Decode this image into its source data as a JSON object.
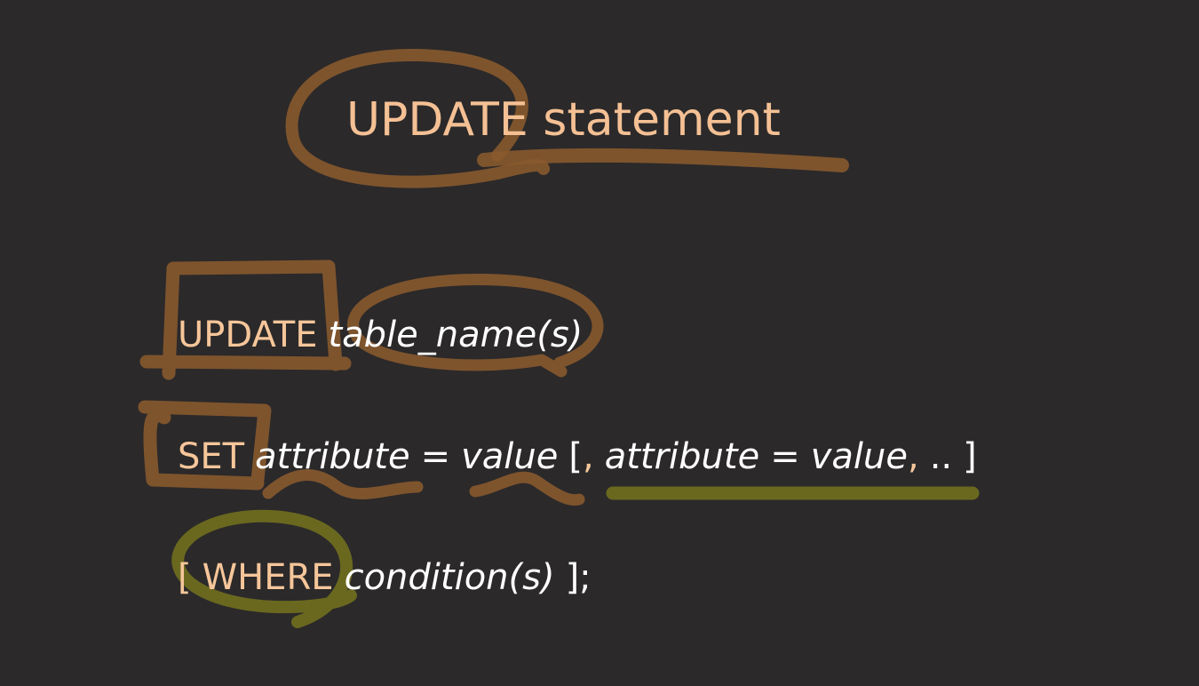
{
  "slide": {
    "title": "UPDATE statement",
    "line_update": {
      "keyword": "UPDATE",
      "table": "table_name(s)"
    },
    "line_set": {
      "keyword": "SET",
      "attr1": "attribute",
      "eq1": "=",
      "val1": "value",
      "open_bracket": "[",
      "comma1": ",",
      "attr2": "attribute",
      "eq2": "=",
      "val2": "value",
      "comma2": ",",
      "ellipsis": "..",
      "close_bracket": "]"
    },
    "line_where": {
      "open_bracket": "[",
      "keyword": "WHERE",
      "condition": "condition(s)",
      "close": "];"
    }
  },
  "colors": {
    "background": "#2b292a",
    "keyword": "#f6c69a",
    "text": "#ffffff",
    "annotation_brown": "#8a5a2e",
    "annotation_olive": "#6e6b1f"
  }
}
